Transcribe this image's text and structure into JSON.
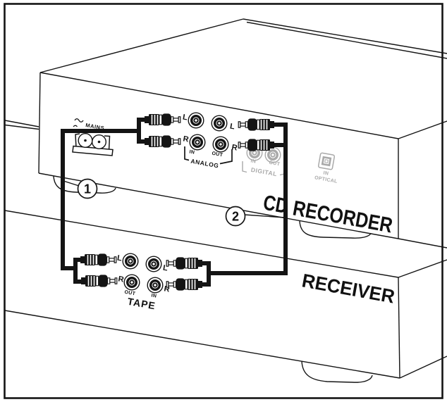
{
  "recorder": {
    "title_left": "CD",
    "title_right": "RECORDER",
    "mains_label": "MAINS",
    "analog": {
      "label": "ANALOG",
      "in_label": "IN",
      "out_label": "OUT",
      "in_l": "L",
      "in_r": "R",
      "out_l": "L",
      "out_r": "R"
    },
    "digital": {
      "label": "DIGITAL",
      "in_label": "IN",
      "out_label": "OUT"
    },
    "optical": {
      "in_label": "IN",
      "label": "OPTICAL"
    }
  },
  "receiver": {
    "title": "RECEIVER",
    "tape": {
      "label": "TAPE",
      "out_label": "OUT",
      "in_label": "IN",
      "out_l": "L",
      "out_r": "R",
      "in_l": "L",
      "in_r": "R"
    }
  },
  "callouts": {
    "cable1": "1",
    "cable2": "2"
  },
  "colors": {
    "line": "#141414",
    "muted": "#a9a9a9",
    "background": "#ffffff"
  }
}
